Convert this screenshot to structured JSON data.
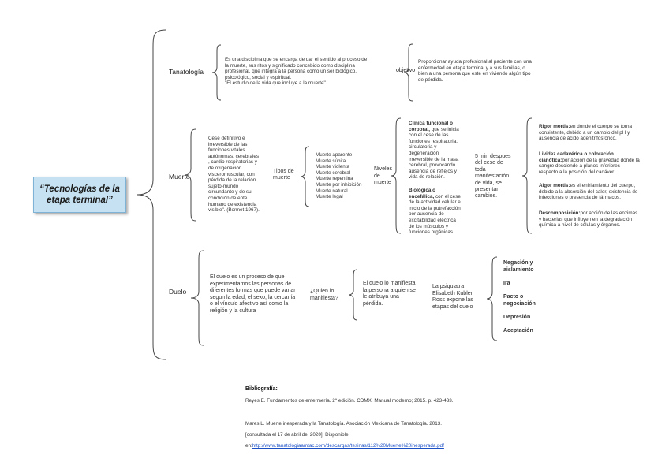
{
  "title": "“Tecnologías de la etapa terminal”",
  "tanatologia": {
    "label": "Tanatología",
    "definition": [
      "Es una disciplina que se encarga de dar el sentido al proceso de",
      "la muerte, sus ritos y significado concebido como disciplina",
      "profesional, que integra a la persona como un ser biológico,",
      "psicológico, social y espiritual.",
      "\"El estudio de la vida que incluye a la muerte\""
    ],
    "objetivo_label": "objetivo",
    "objetivo": [
      "Proporcionar ayuda profesional al paciente con una",
      "enfermedad en etapa terminal y a sus familias, o",
      "bien a una persona que esté en viviendo algún tipo",
      "de pérdida."
    ]
  },
  "muerte": {
    "label": "Muerte",
    "definition": [
      "Cese definitivo e",
      "irreversible de las",
      "funciones vitales",
      "autónomas, cerebrales",
      ", cardio respiratorias y",
      "de oxigenación",
      "visceromuscular, con",
      "pérdida de la relación",
      "sujeto-mundo",
      "circundante y de su",
      "condición de ente",
      "humano de existencia",
      "visible\". (Bonnet 1967)."
    ],
    "tipos_label": [
      "Tipos de",
      "muerte"
    ],
    "tipos": [
      "Muerte aparente",
      "Muerte súbita",
      "Muerte violenta",
      "Muerte cerebral",
      "Muerte repentina",
      "Muerte por inhibición",
      "Muerte natural",
      "Muerte legal"
    ],
    "niveles_label": [
      "Niveles",
      "de",
      "muerte"
    ],
    "clinica_title": [
      "Clínica funcional o",
      "corporal,"
    ],
    "clinica_text": [
      "que se inicia",
      "con el cese de las",
      "funciones respiratoria,",
      "circulatoria y",
      "degeneración",
      "irreversible de la masa",
      "cerebral, provocando",
      "ausencia de reflejos y",
      "vida de relación."
    ],
    "biologica_title": [
      "Biológica o",
      "encefálica,"
    ],
    "biologica_text": [
      "con el cese",
      "de la actividad celular e",
      "inicio de la putrefacción",
      "por ausencia de",
      "excitabilidad eléctrica",
      "de los músculos y",
      "funciones orgánicas."
    ],
    "cinco_min": [
      "5 min despues",
      "del cese de",
      "toda",
      "manifestación",
      "de vida, se",
      "presentan",
      "cambios."
    ],
    "signos": [
      {
        "title": "Rigor mortis:",
        "lines": [
          "en donde el cuerpo se torna",
          "consistente, debido a un cambio del pH y",
          "ausencia de ácido adenitrifosfórico."
        ]
      },
      {
        "title": "Lividez cadavérica o coloración",
        "title2": "cianótica:",
        "lines": [
          "por acción de la gravedad donde la",
          "sangre desciende a planos inferiores",
          "respecto a la posición del cadáver."
        ]
      },
      {
        "title": "Algor mortis:",
        "lines": [
          "es el enfriamiento del cuerpo,",
          "debido a la absorción del calor, existencia de",
          "infecciones o presencia de fármacos."
        ]
      },
      {
        "title": "Descomposición:",
        "lines": [
          "por acción de las enzimas",
          "y bacterias que influyen en la degradación",
          "química a nivel de células y órganos."
        ]
      }
    ]
  },
  "duelo": {
    "label": "Duelo",
    "definition": [
      "El duelo es un proceso de que",
      "experimentamos las personas de",
      "diferentes formas que puede variar",
      "segun la edad, el sexo, la cercanía",
      "o el vínculo afectivo así como la",
      "religión y la cultura"
    ],
    "question": [
      "¿Quien lo",
      "manifiesta?"
    ],
    "manifiesta": [
      "El duelo lo manifiesta",
      "la persona a quien se",
      "le atribuya una",
      "pérdida."
    ],
    "kubler": [
      "La psiquiatra",
      "Elisabeth Kubler",
      "Ross expone las",
      "etapas del duelo"
    ],
    "etapas": [
      [
        "Negación y",
        "aislamiento"
      ],
      [
        "Ira"
      ],
      [
        "Pacto o",
        "negociación"
      ],
      [
        "Depresión"
      ],
      [
        "Aceptación"
      ]
    ]
  },
  "bibliografia": {
    "title": "Bibliografía:",
    "ref1": "Reyes E. Fundamentos de enfermería. 2ª edición. CDMX: Manual moderno; 2015. p. 423-433.",
    "ref2": "Mares L. Muerte inesperada y la Tanatología. Asociación Mexicana de Tanatología. 2013.",
    "ref3": "[consultada el 17 de abril del 2020]. Disponible",
    "ref4_prefix": "en:",
    "ref4_link": "http://www.tanatologiaamtac.com/descargas/tesinas/112%20Muerte%20inesperada.pdf"
  }
}
